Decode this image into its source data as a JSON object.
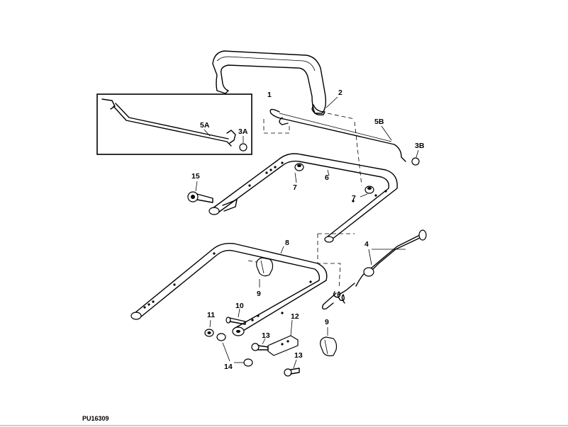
{
  "figure_code": "PU16309",
  "labels": {
    "l1": "1",
    "l2": "2",
    "l3a": "3A",
    "l3b": "3B",
    "l4": "4",
    "l5a": "5A",
    "l5b": "5B",
    "l6": "6",
    "l7a": "7",
    "l7b": "7",
    "l8": "8",
    "l9a": "9",
    "l9b": "9",
    "l10": "10",
    "l11": "11",
    "l12": "12",
    "l13a": "13",
    "l13b": "13",
    "l14": "14",
    "l15": "15"
  }
}
